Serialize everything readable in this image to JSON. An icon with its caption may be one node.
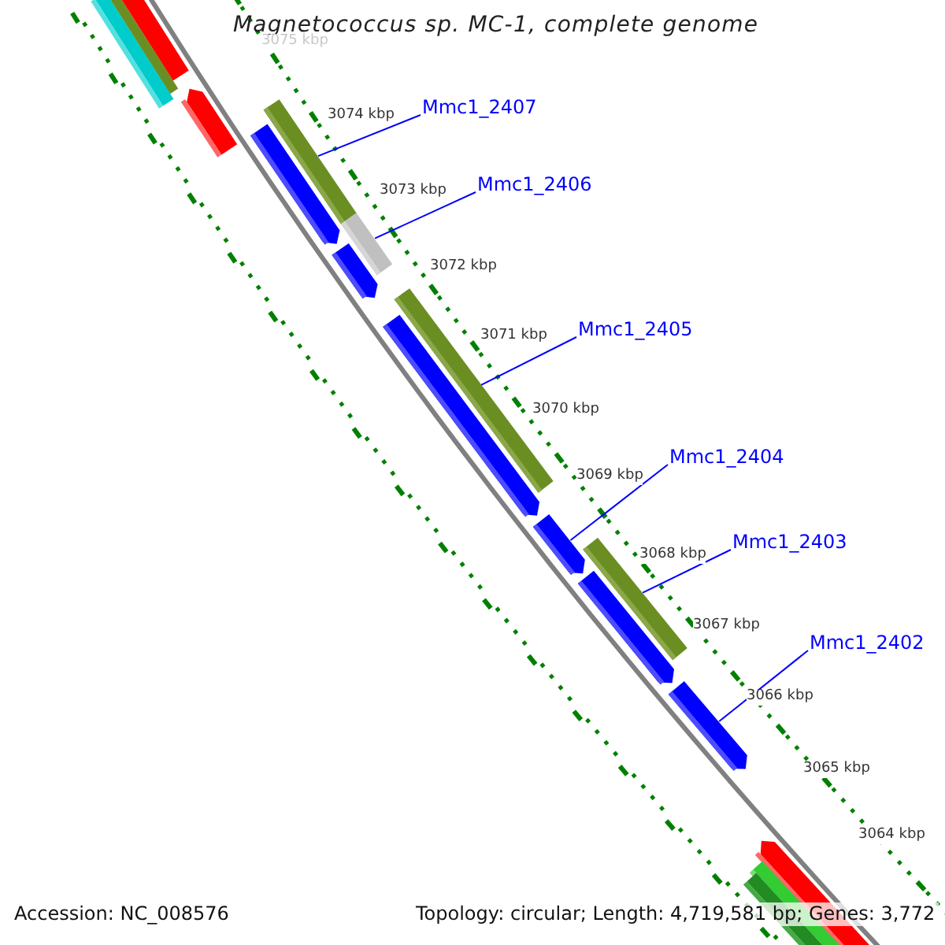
{
  "diagram": {
    "title": "Magnetococcus sp. MC-1, complete genome",
    "nodes": [
      {
        "text": [
          "Mmc1_2407"
        ]
      },
      {
        "text": [],
        "shape": "bar"
      },
      {
        "text": [
          "Mmc1_2406"
        ]
      },
      {
        "text": [],
        "shape": "bar"
      },
      {
        "text": [
          "Mmc1_2405"
        ]
      },
      {
        "text": [],
        "shape": "bar"
      },
      {
        "text": [
          "Mmc1_2404"
        ]
      },
      {
        "text": [],
        "shape": "bar"
      },
      {
        "text": [
          "Mmc1_2403"
        ]
      },
      {
        "text": [],
        "shape": "bar"
      },
      {
        "text": [
          "Mmc1_2402"
        ]
      },
      {
        "text": [],
        "shape": "bar"
      }
    ],
    "edges": [
      {
        "from": 0,
        "to": 1,
        "arrow": "none"
      },
      {
        "from": 2,
        "to": 3,
        "arrow": "none"
      },
      {
        "from": 4,
        "to": 5,
        "arrow": "none"
      },
      {
        "from": 6,
        "to": 7,
        "arrow": "none"
      },
      {
        "from": 8,
        "to": 9,
        "arrow": "none"
      },
      {
        "from": 10,
        "to": 11,
        "arrow": "none"
      }
    ],
    "labels": [
      "3075 kbp",
      "3074 kbp",
      "3073 kbp",
      "3072 kbp",
      "3071 kbp",
      "3070 kbp",
      "3069 kbp",
      "3068 kbp",
      "3067 kbp",
      "3066 kbp",
      "3065 kbp",
      "3064 kbp",
      "Accession: NC_008576",
      "Topology: circular; Length: 4,719,581 bp; Genes: 3,772"
    ]
  }
}
